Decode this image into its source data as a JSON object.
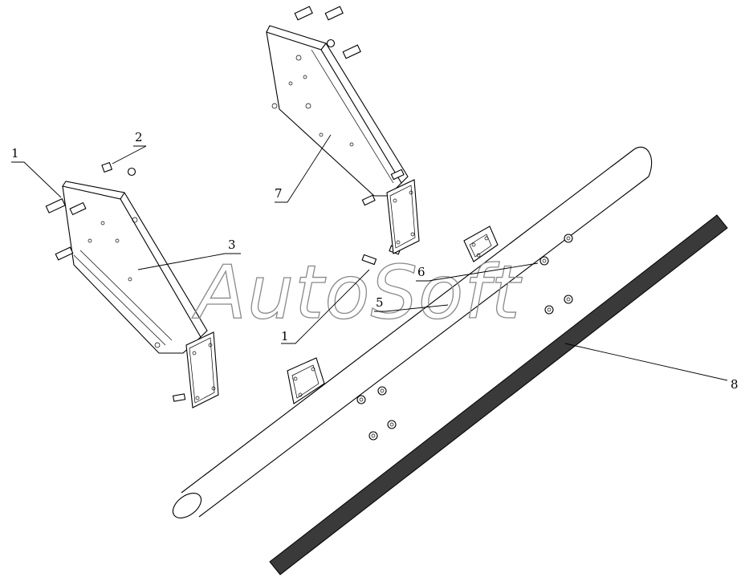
{
  "watermark": {
    "text": "AutoSoft"
  },
  "callouts": [
    {
      "id": "c1a",
      "label": "1"
    },
    {
      "id": "c2",
      "label": "2"
    },
    {
      "id": "c3",
      "label": "3"
    },
    {
      "id": "c1b",
      "label": "1"
    },
    {
      "id": "c5",
      "label": "5"
    },
    {
      "id": "c6",
      "label": "6"
    },
    {
      "id": "c7",
      "label": "7"
    },
    {
      "id": "c8",
      "label": "8"
    }
  ],
  "colors": {
    "line": "#000000",
    "rail": "#3a3a3a",
    "watermark": "#8a8a8a"
  }
}
